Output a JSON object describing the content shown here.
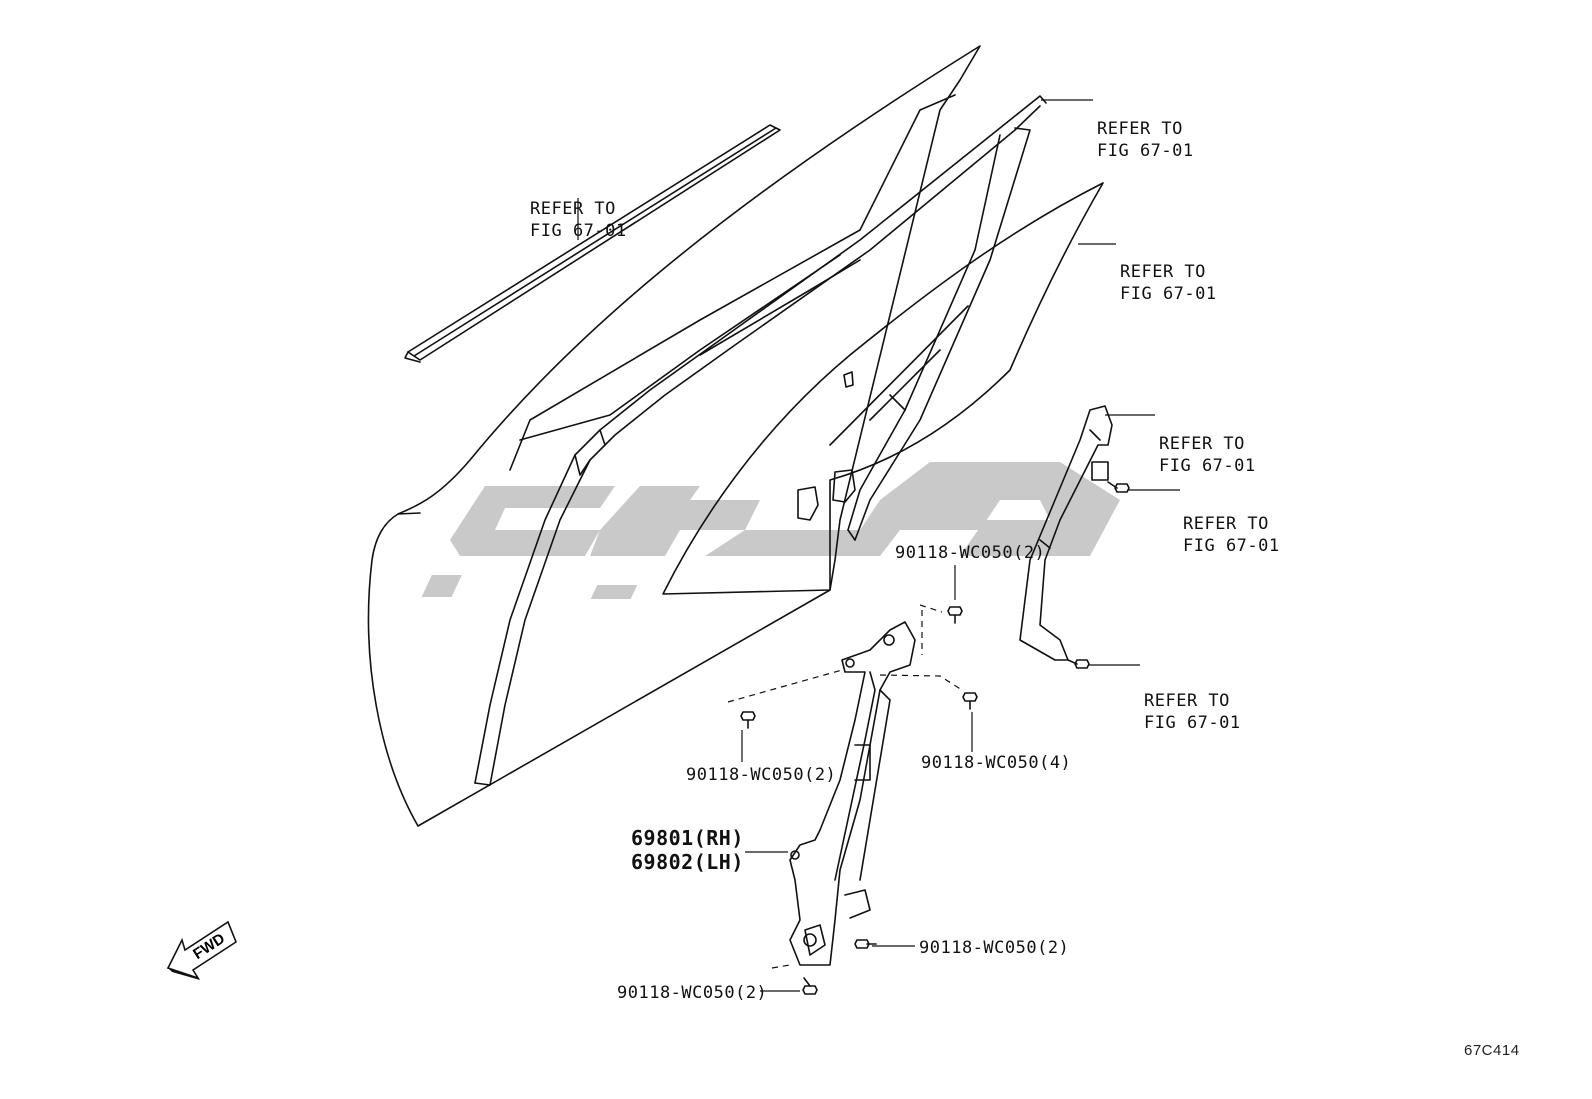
{
  "labels": {
    "refer_1": [
      "REFER TO",
      "FIG 67-01"
    ],
    "refer_2": [
      "REFER TO",
      "FIG 67-01"
    ],
    "refer_3": [
      "REFER TO",
      "FIG 67-01"
    ],
    "refer_4": [
      "REFER TO",
      "FIG 67-01"
    ],
    "refer_5": [
      "REFER TO",
      "FIG 67-01"
    ],
    "refer_6": [
      "REFER TO",
      "FIG 67-01"
    ],
    "bolt_top": "90118-WC050(2)",
    "bolt_left": "90118-WC050(2)",
    "bolt_right": "90118-WC050(4)",
    "bolt_motor": "90118-WC050(2)",
    "bolt_bottom": "90118-WC050(2)",
    "regulator_rh": "69801(RH)",
    "regulator_lh": "69802(LH)",
    "fwd": "FWD",
    "figure_code": "67C414"
  },
  "colors": {
    "line": "#111111",
    "watermark": "#c9c9c9"
  }
}
